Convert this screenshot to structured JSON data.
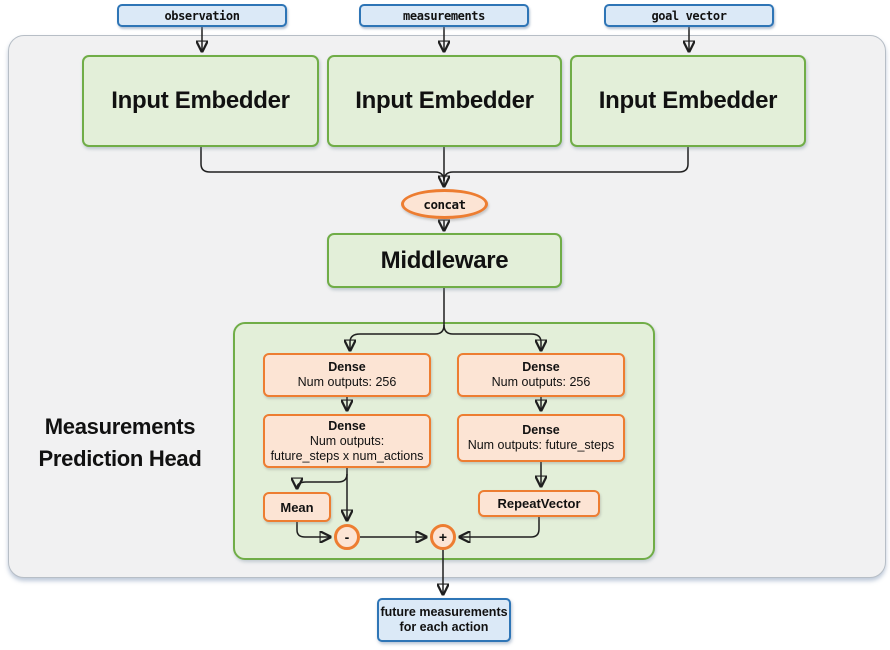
{
  "colors": {
    "blue_fill": "#dbe9f7",
    "blue_border": "#2e75b6",
    "green_fill": "#e3efd9",
    "green_border": "#70ad47",
    "orange_fill": "#fce4d4",
    "orange_border": "#ed7d31",
    "panel_fill": "#f1f1f2",
    "panel_border": "#b7bec6",
    "line": "#1f1f1f"
  },
  "inputs": [
    {
      "label": "observation"
    },
    {
      "label": "measurements"
    },
    {
      "label": "goal vector"
    }
  ],
  "embedders": [
    {
      "label": "Input Embedder"
    },
    {
      "label": "Input Embedder"
    },
    {
      "label": "Input Embedder"
    }
  ],
  "concat": {
    "label": "concat"
  },
  "middleware": {
    "label": "Middleware"
  },
  "head": {
    "title_line1": "Measurements",
    "title_line2": "Prediction Head",
    "left": {
      "dense1_title": "Dense",
      "dense1_sub": "Num outputs: 256",
      "dense2_title": "Dense",
      "dense2_sub": "Num outputs:",
      "dense2_sub2": "future_steps x num_actions",
      "mean_label": "Mean",
      "minus_label": "-"
    },
    "right": {
      "dense1_title": "Dense",
      "dense1_sub": "Num outputs: 256",
      "dense2_title": "Dense",
      "dense2_sub": "Num outputs: future_steps",
      "repeat_label": "RepeatVector",
      "plus_label": "+"
    }
  },
  "output": {
    "line1": "future measurements",
    "line2": "for each action"
  }
}
